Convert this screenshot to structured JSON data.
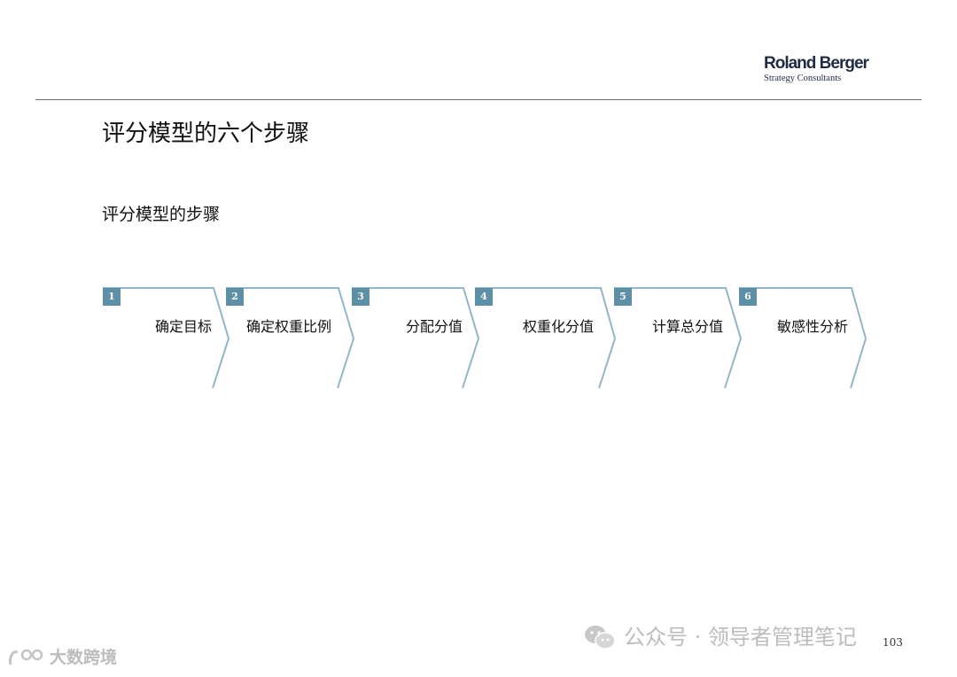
{
  "logo": {
    "name": "Roland Berger",
    "tagline": "Strategy Consultants"
  },
  "title": "评分模型的六个步骤",
  "subtitle": "评分模型的步骤",
  "steps": [
    {
      "number": "1",
      "label": "确定目标"
    },
    {
      "number": "2",
      "label": "确定权重比例"
    },
    {
      "number": "3",
      "label": "分配分值"
    },
    {
      "number": "4",
      "label": "权重化分值"
    },
    {
      "number": "5",
      "label": "计算总分值"
    },
    {
      "number": "6",
      "label": "敏感性分析"
    }
  ],
  "colors": {
    "accent": "#5d8fa6",
    "chevron_line": "#8fb6c9",
    "rule": "#6b6b6b"
  },
  "watermarks": {
    "wechat": "公众号 · 领导者管理笔记",
    "brand": "大数跨境"
  },
  "page_number": "103"
}
